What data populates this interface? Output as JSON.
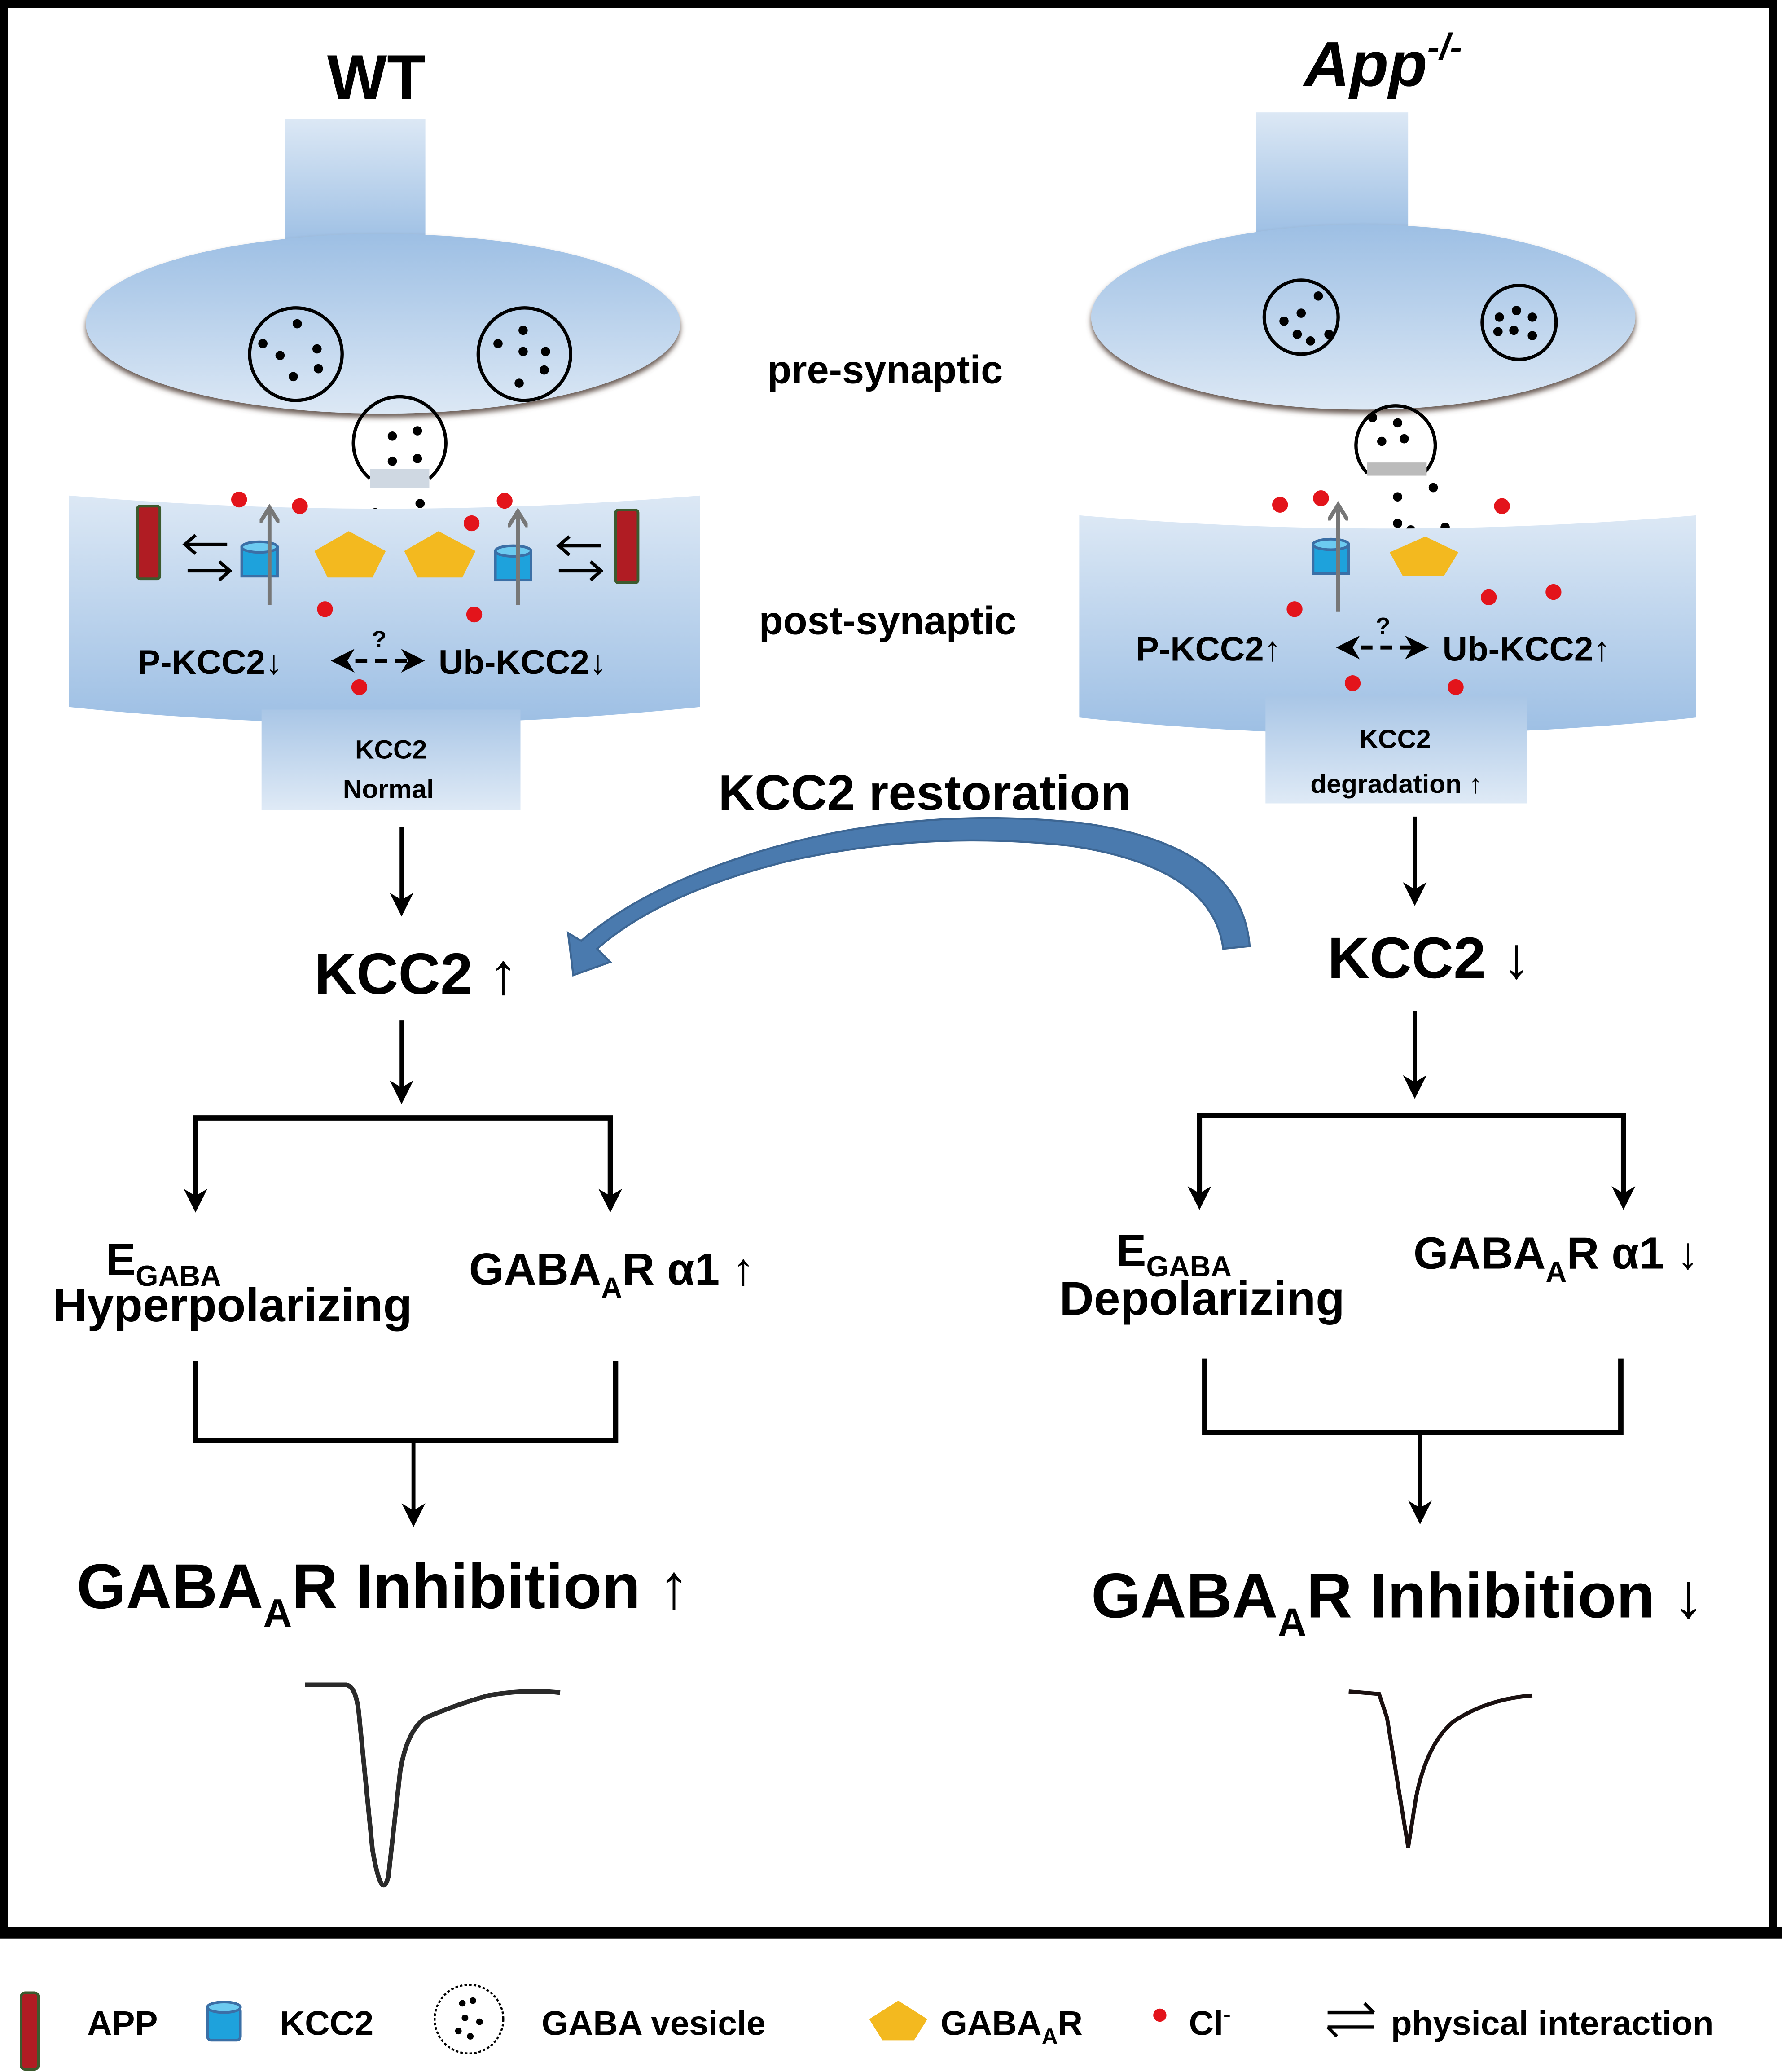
{
  "panels": {
    "wt": {
      "title": "WT",
      "kcc2_box_line1": "KCC2",
      "kcc2_box_line2": "Normal",
      "p_kcc2": "P-KCC2↓",
      "ub_kcc2": "Ub-KCC2↓",
      "question": "?",
      "kcc2_level": "KCC2 ↑",
      "egaba_main": "E",
      "egaba_sub": "GABA",
      "egaba_state": "Hyperpolarizing",
      "alpha1_main": "GABA",
      "alpha1_sub": "A",
      "alpha1_rest": "R α1 ↑",
      "inhibition_main": "GABA",
      "inhibition_sub": "A",
      "inhibition_rest": "R Inhibition ↑",
      "trace_amplitude": "large"
    },
    "app_ko": {
      "title_main": "App",
      "title_sup": "-/-",
      "kcc2_box_line1": "KCC2",
      "kcc2_box_line2": "degradation ↑",
      "p_kcc2": "P-KCC2↑",
      "ub_kcc2": "Ub-KCC2↑",
      "question": "?",
      "kcc2_level": "KCC2 ↓",
      "egaba_main": "E",
      "egaba_sub": "GABA",
      "egaba_state": "Depolarizing",
      "alpha1_main": "GABA",
      "alpha1_sub": "A",
      "alpha1_rest": "R α1 ↓",
      "inhibition_main": "GABA",
      "inhibition_sub": "A",
      "inhibition_rest": "R Inhibition ↓",
      "trace_amplitude": "small"
    }
  },
  "center_labels": {
    "pre_synaptic": "pre-synaptic",
    "post_synaptic": "post-synaptic",
    "restoration": "KCC2 restoration"
  },
  "legend": [
    {
      "icon": "app-bar-icon",
      "label": "APP"
    },
    {
      "icon": "kcc2-cylinder-icon",
      "label": "KCC2"
    },
    {
      "icon": "gaba-vesicle-icon",
      "label": "GABA vesicle"
    },
    {
      "icon": "gabaar-pentagon-icon",
      "label_main": "GABA",
      "label_sub": "A",
      "label_rest": "R"
    },
    {
      "icon": "chloride-dot-icon",
      "label_main": "Cl",
      "label_sup": "-"
    },
    {
      "icon": "bidirectional-arrow-icon",
      "label": "physical interaction"
    }
  ],
  "colors": {
    "membrane_blue": "#9dbfe4",
    "membrane_light": "#dce8f5",
    "app_red": "#b01c23",
    "app_border": "#3c5a2e",
    "kcc2_blue": "#1ea2dc",
    "kcc2_border": "#3b6fa6",
    "gabaar_yellow": "#f3b91f",
    "chloride_red": "#e3141b",
    "restoration_arrow": "#4a7aae"
  }
}
